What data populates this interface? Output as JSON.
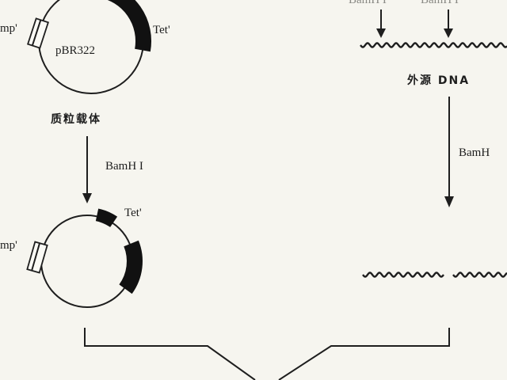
{
  "plasmid_vector": {
    "name": "pBR322",
    "amp_label": "mp'",
    "tet_label": "Tet'",
    "caption": "质粒载体"
  },
  "left_enzyme": "BamH I",
  "cut_plasmid": {
    "amp_label": "mp'",
    "tet_label": "Tet'"
  },
  "top_right_enzymes": [
    "BamH I",
    "BamH I"
  ],
  "foreign_dna": {
    "label": "外源 DNA"
  },
  "right_enzyme": "BamH"
}
